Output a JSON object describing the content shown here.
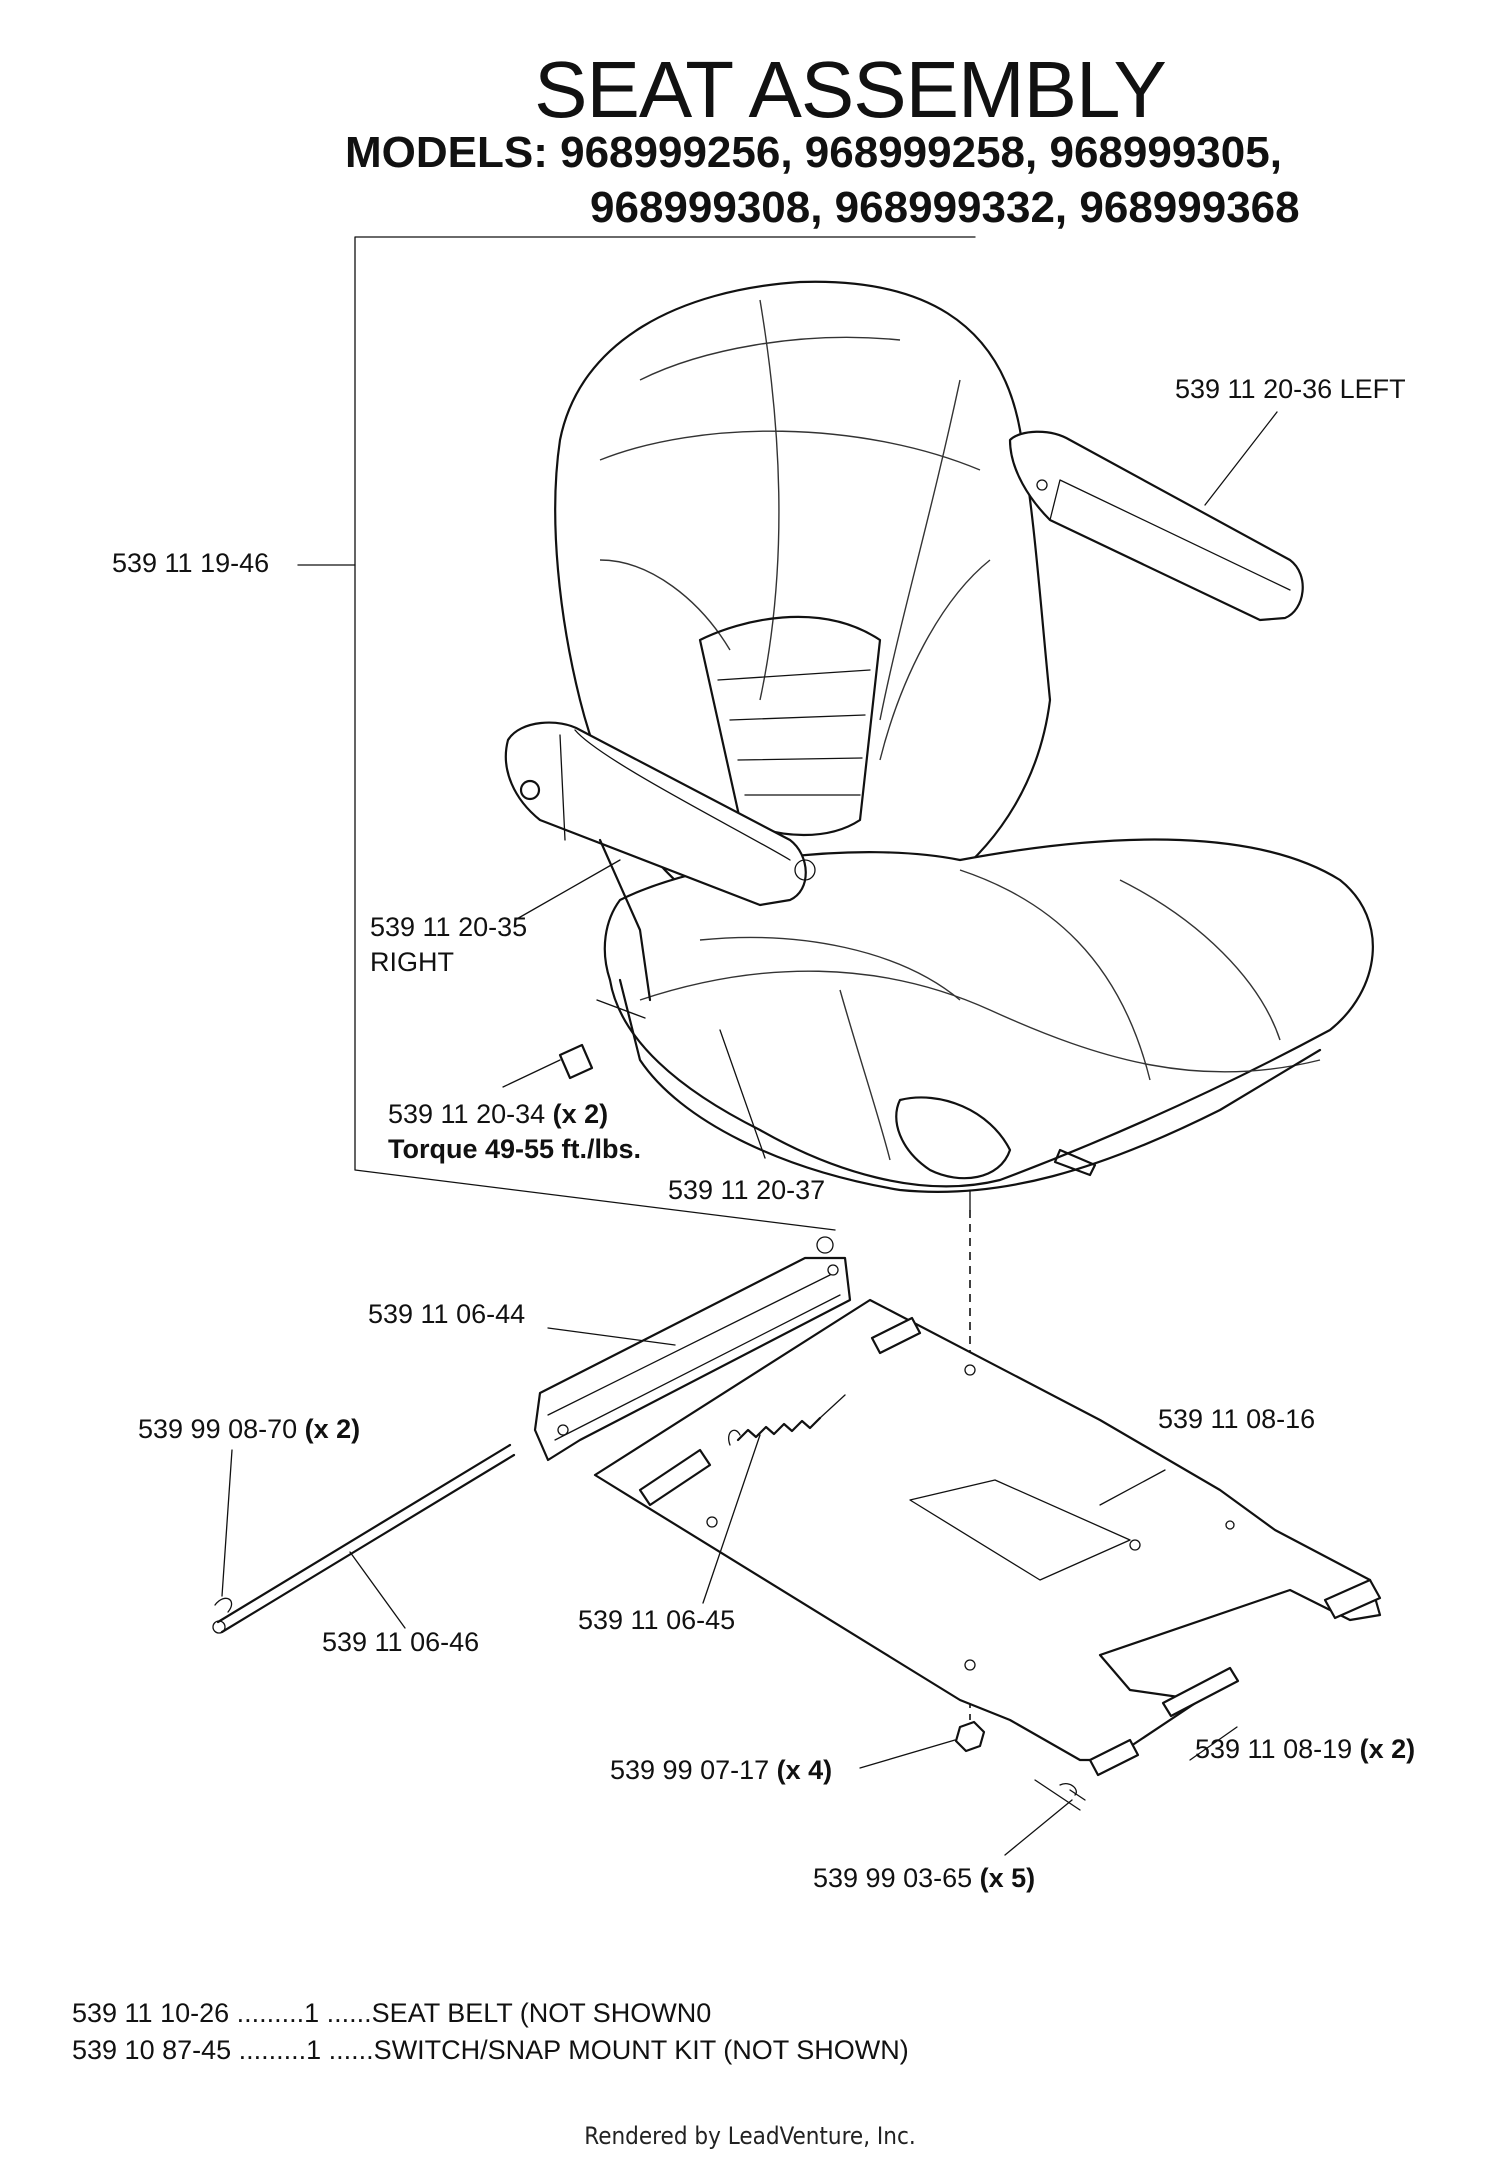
{
  "title": "SEAT ASSEMBLY",
  "models_line1": "MODELS:  968999256,  968999258,  968999305,",
  "models_line2": "968999308, 968999332, 968999368",
  "callouts": {
    "armrest_left": "539 11 20-36 LEFT",
    "seat_assembly": "539 11 19-46",
    "armrest_right": "539 11 20-35",
    "armrest_right_side": "RIGHT",
    "knob_part": "539 11 20-34",
    "knob_qty": "(x 2)",
    "knob_torque": "Torque 49-55 ft./lbs.",
    "seat_pan": "539 11 20-37",
    "slide_rail": "539 11 06-44",
    "clip_part": "539 99 08-70",
    "clip_qty": "(x 2)",
    "seat_plate": "539 11 08-16",
    "rod": "539 11 06-46",
    "spring": "539 11 06-45",
    "pivot_pin_part": "539 11 08-19",
    "pivot_pin_qty": "(x 2)",
    "nut_part": "539 99 07-17",
    "nut_qty": "(x 4)",
    "cotter_part": "539 99 03-65",
    "cotter_qty": "(x 5)"
  },
  "parts_list": [
    {
      "line": "539 11 10-26 .........1 ......SEAT BELT (NOT SHOWN0"
    },
    {
      "line": "539 10 87-45 .........1 ......SWITCH/SNAP MOUNT KIT (NOT SHOWN)"
    }
  ],
  "credit": "Rendered by LeadVenture, Inc."
}
